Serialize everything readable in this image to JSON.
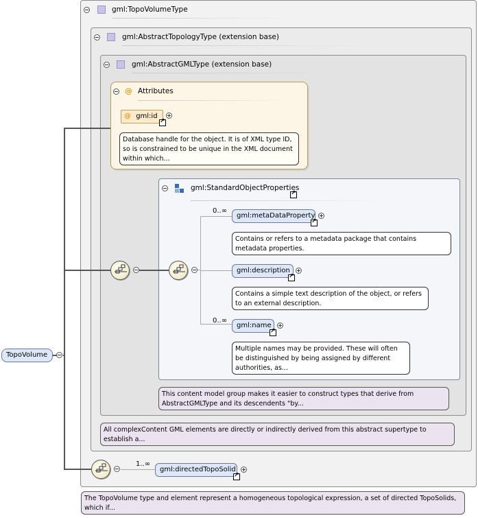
{
  "root_element": {
    "label": "TopoVolume"
  },
  "type_box": {
    "title": "gml:TopoVolumeType"
  },
  "abstract_topology": {
    "title": "gml:AbstractTopologyType (extension base)"
  },
  "abstract_gml": {
    "title": "gml:AbstractGMLType (extension base)"
  },
  "attributes": {
    "title": "Attributes",
    "id_attr": "gml:id",
    "id_doc": "Database handle for the object.  It is of XML type ID, so is constrained to be unique in the XML document within which..."
  },
  "standard_props": {
    "title": "gml:StandardObjectProperties",
    "items": [
      {
        "label": "gml:metaDataProperty",
        "cardinality": "0..∞",
        "doc": "Contains or refers to a metadata package that contains metadata properties."
      },
      {
        "label": "gml:description",
        "cardinality": "",
        "doc": "Contains a simple text description of the object, or refers to an external description."
      },
      {
        "label": "gml:name",
        "cardinality": "0..∞",
        "doc": "Multiple names may be provided.  These will often be distinguished by being assigned by different authorities, as..."
      }
    ],
    "doc": "This content model group makes it easier to construct types that derive from AbstractGMLType and its descendents \"by..."
  },
  "abstract_gml_doc": "All complexContent GML elements are directly or indirectly derived from this abstract supertype to establish a...",
  "directed": {
    "label": "gml:directedTopoSolid",
    "cardinality": "1..∞"
  },
  "root_doc": "The TopoVolume type and element represent a homogeneous topological expression, a set of directed TopoSolids, which if..."
}
